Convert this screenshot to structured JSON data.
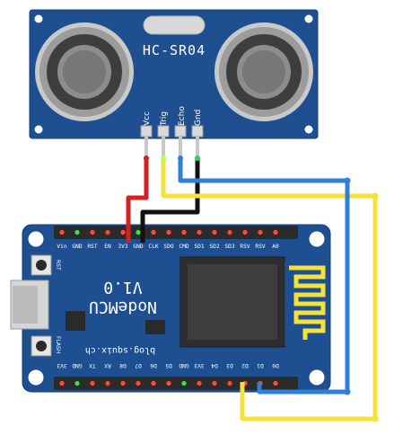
{
  "sensor": {
    "title": "HC-SR04",
    "pins": [
      "Vcc",
      "Trig",
      "Echo",
      "Gnd"
    ]
  },
  "board": {
    "name": "NodeMCU",
    "version": "V1.0",
    "url": "blog.squix.ch",
    "rst_label": "RST",
    "flash_label": "FLASH",
    "top_pins": [
      "Vin",
      "GND",
      "RST",
      "EN",
      "3V3",
      "GND",
      "CLK",
      "SDO",
      "CMD",
      "SD1",
      "SD2",
      "SD3",
      "RSV",
      "RSV",
      "A0"
    ],
    "bottom_pins": [
      "3V3",
      "GND",
      "TX",
      "RX",
      "D8",
      "D7",
      "D6",
      "D5",
      "GND",
      "3V3",
      "D4",
      "D3",
      "D2",
      "D1",
      "D0"
    ]
  },
  "colors": {
    "board": "#1d4f91",
    "wire_vcc": "#d42020",
    "wire_gnd": "#111111",
    "wire_trig": "#f2e23a",
    "wire_echo": "#2f7fd8"
  }
}
